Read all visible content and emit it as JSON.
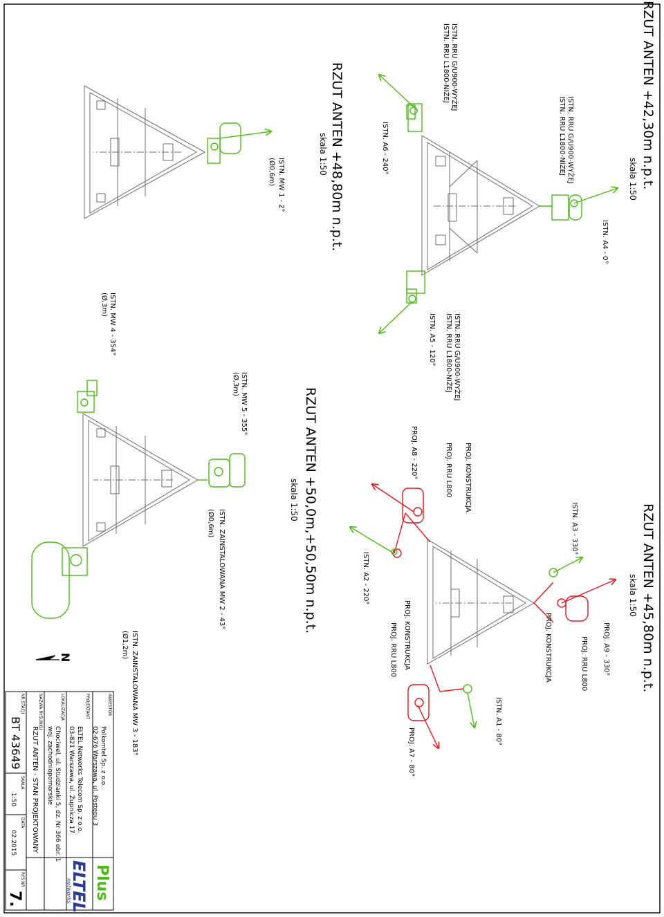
{
  "sheet": {
    "plans": [
      {
        "title": "RZUT ANTEN +42,30m n.p.t.",
        "scale": "skala 1:50"
      },
      {
        "title": "RZUT ANTEN +45,80m n.p.t.",
        "scale": "skala 1:50"
      },
      {
        "title": "RZUT ANTEN +48,80m n.p.t.",
        "scale": "skala 1:50"
      },
      {
        "title": "RZUT ANTEN +50,0m,+50,50m n.p.t.",
        "scale": "skala 1:50"
      }
    ],
    "labels": {
      "p1_rru_a": "ISTN. RRU G/U900-WYŻEJ",
      "p1_rru_b": "ISTN. RRU L1800-NIŻEJ",
      "p1_a4": "ISTN. A4 - 0°",
      "p1_rru_c": "ISTN. RRU G/U900-WYŻEJ",
      "p1_rru_d": "ISTN. RRU L1800-NIŻEJ",
      "p1_a5": "ISTN. A5 - 120°",
      "p1_rru_e": "ISTN. RRU G/U900-WYŻEJ",
      "p1_rru_f": "ISTN. RRU L1800-NIŻEJ",
      "p1_a6": "ISTN. A6 - 240°",
      "p2_a3": "ISTN. A3 - 330°",
      "p2_a9": "PROJ. A9 - 330°",
      "p2_rru1": "PROJ. RRU L800",
      "p2_konstr1": "PROJ. KONSTRUKCJA",
      "p2_konstr2": "PROJ. KONSTRUKCJA",
      "p2_rru2": "PROJ. RRU L800",
      "p2_a8": "PROJ. A8 - 220°",
      "p2_a2": "ISTN. A2 - 220°",
      "p2_konstr3": "PROJ. KONSTRUKCJA",
      "p2_rru3": "PROJ. RRU L800",
      "p2_a7": "PROJ. A7 - 80°",
      "p2_a1": "ISTN. A1 - 80°",
      "p3_mw1": "ISTN. MW 1 - 2°",
      "p3_mw1_d": "(Ø0,6m)",
      "p4_mw5": "ISTN. MW 5 - 355°",
      "p4_mw5_d": "(Ø,3m)",
      "p4_mw4": "ISTN. MW 4 - 354°",
      "p4_mw4_d": "(Ø,3m)",
      "p4_mw2": "ISTN. ZAINSTALOWANA MW 2 - 43°",
      "p4_mw2_d": "(Ø0,6m)",
      "p4_mw3": "ISTN. ZAINSTALOWANA MW 3 - 183°",
      "p4_mw3_d": "(Ø1,2m)"
    },
    "north": "N"
  },
  "title_block": {
    "inwestor_label": "INWESTOR",
    "inwestor_1": "Polkomtel Sp. z o.o.",
    "inwestor_2": "02-676 Warszawa, ul. Postępu 3",
    "projektant_label": "PROJEKTANT",
    "projektant_1": "ELTEL Networks Telecom Sp. z o.o.",
    "projektant_2": "03-821 Warszawa, ul. Żupnicza 17",
    "lokalizacja_label": "LOKALIZACJA",
    "lokalizacja_1": "Chociwel, ul. Studzianki 5, dz. Nr 366 obr. 1",
    "lokalizacja_2": "woj. zachodniopomorskie",
    "nazwa_label": "NAZWA RYSUNKU",
    "nazwa": "RZUT ANTEN - STAN PROJEKTOWANY",
    "nr_stacji_label": "NR STACJI",
    "nr_stacji": "BT 43649",
    "skala_label": "SKALA",
    "skala": "1:50",
    "data_label": "DATA",
    "data": "02.2015",
    "rys_nr_label": "RYS NR",
    "rys_nr": "7.",
    "logo_plus": "Plus",
    "logo_eltel": "ELTEL",
    "logo_networks": "networks"
  },
  "colors": {
    "existing": "#4cbb17",
    "proposed": "#e8141b",
    "structure": "#6b6b6b"
  }
}
